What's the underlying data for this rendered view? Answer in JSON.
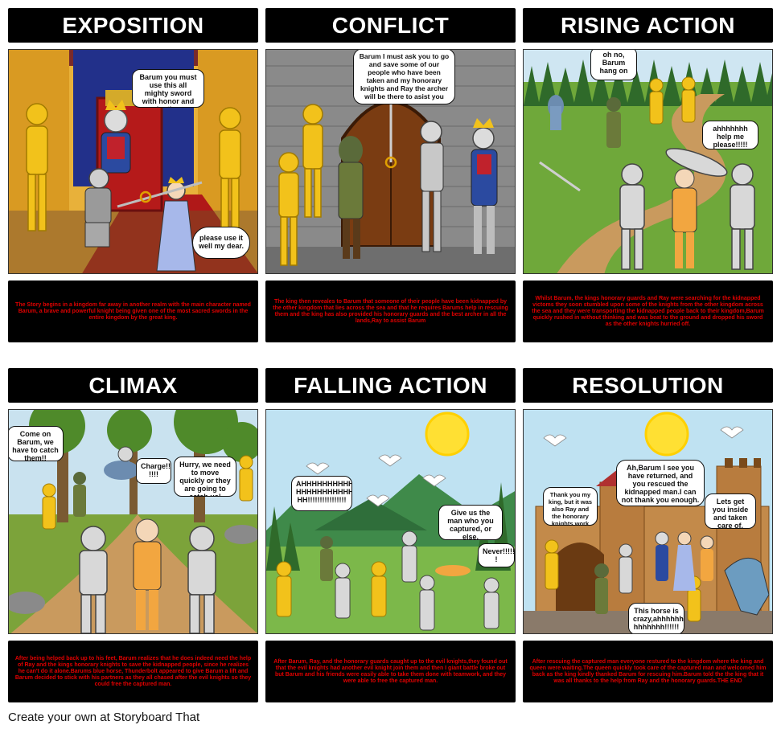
{
  "panels": [
    {
      "title": "EXPOSITION",
      "description": "The Story begins in a kingdom far away in another realm with the main character named Barum, a brave and powerful knight being given one of the most sacred swords in the entire kingdom by the great king.",
      "bubbles": [
        "Barum you must use this all mighty sword with honor and justice",
        "please use it well my dear."
      ]
    },
    {
      "title": "CONFLICT",
      "description": "The king then reveales to Barum that someone of their people have been kidnapped by the other kingdom that lies across the sea and that he requires Barums help in rescuing them and the king has also provided his honorary guards and the best archer in all the lands,Ray to assist Barum",
      "bubbles": [
        "Barum I must ask you to go and save some of our people who have been taken and my honorary knights and Ray the archer will be there to asist you"
      ]
    },
    {
      "title": "RISING ACTION",
      "description": "Whilst Barum, the kings honorary guards and Ray were searching for the kidnapped victoms they soon stumbled upon some of the knights from the other kingdom across the sea and they were transporting the kidnapped people back to their kingdom,Barum quickly rushed in without thinking and was beat to the ground and dropped his sword as the other knights hurried off.",
      "bubbles": [
        "oh no, Barum hang on",
        "ahhhhhhh help me please!!!!!"
      ]
    },
    {
      "title": "CLIMAX",
      "description": "After being helped back up to his feet, Barum realizes that he does indeed need the help of Ray and the kings honorary knights to save the kidnapped people, since he realizes he can't do it alone.Barums blue horse, Thunderbolt appeared to give Barum a lift and Barum decided to stick with his partners as they all chased after the evil knights so they could free the captured man.",
      "bubbles": [
        "Come on Barum, we have to catch them!!",
        "Charge!! !!!!",
        "Hurry, we need to move quickly or they are going to catch us!"
      ]
    },
    {
      "title": "FALLING ACTION",
      "description": "After Barum, Ray, and the honorary guards caught up to the evil knights,they found out that the evil knights had another evil knight join them and then I giant battle broke out but Barum and his friends were easily able to take them done with teamwork, and they were able to free the captured man.",
      "bubbles": [
        "AHHHHHHHHHH HHHHHHHHHHH HH!!!!!!!!!!!!!!!!",
        "Give us the man who you captured, or else.",
        "Never!!!!! !"
      ]
    },
    {
      "title": "RESOLUTION",
      "description": "After rescuing the captured man everyone restured to the kingdom where the king and queen were waiting.The queen quickly took care of the captured man and welcomed him back as the king kindly thanked Barum for rescuing him.Barum told the the king that it was all thanks to the help from Ray and the honorary guards.THE END",
      "bubbles": [
        "Thank you my king, but it was also Ray and the honorary knights work to.",
        "Ah,Barum I see you have returned, and you rescued the kidnapped man.I can not thank you enough.",
        "Lets get you inside and taken care of.",
        "This horse is crazy,ahhhhhh hhhhhhh!!!!!!"
      ]
    }
  ],
  "footer": "Create your own at Storyboard That",
  "colors": {
    "header_bg": "#000000",
    "description_text": "#e00000",
    "gold_armor": "#f2c21b",
    "silver_armor": "#d8d8d8",
    "grass": "#6fa83a"
  }
}
